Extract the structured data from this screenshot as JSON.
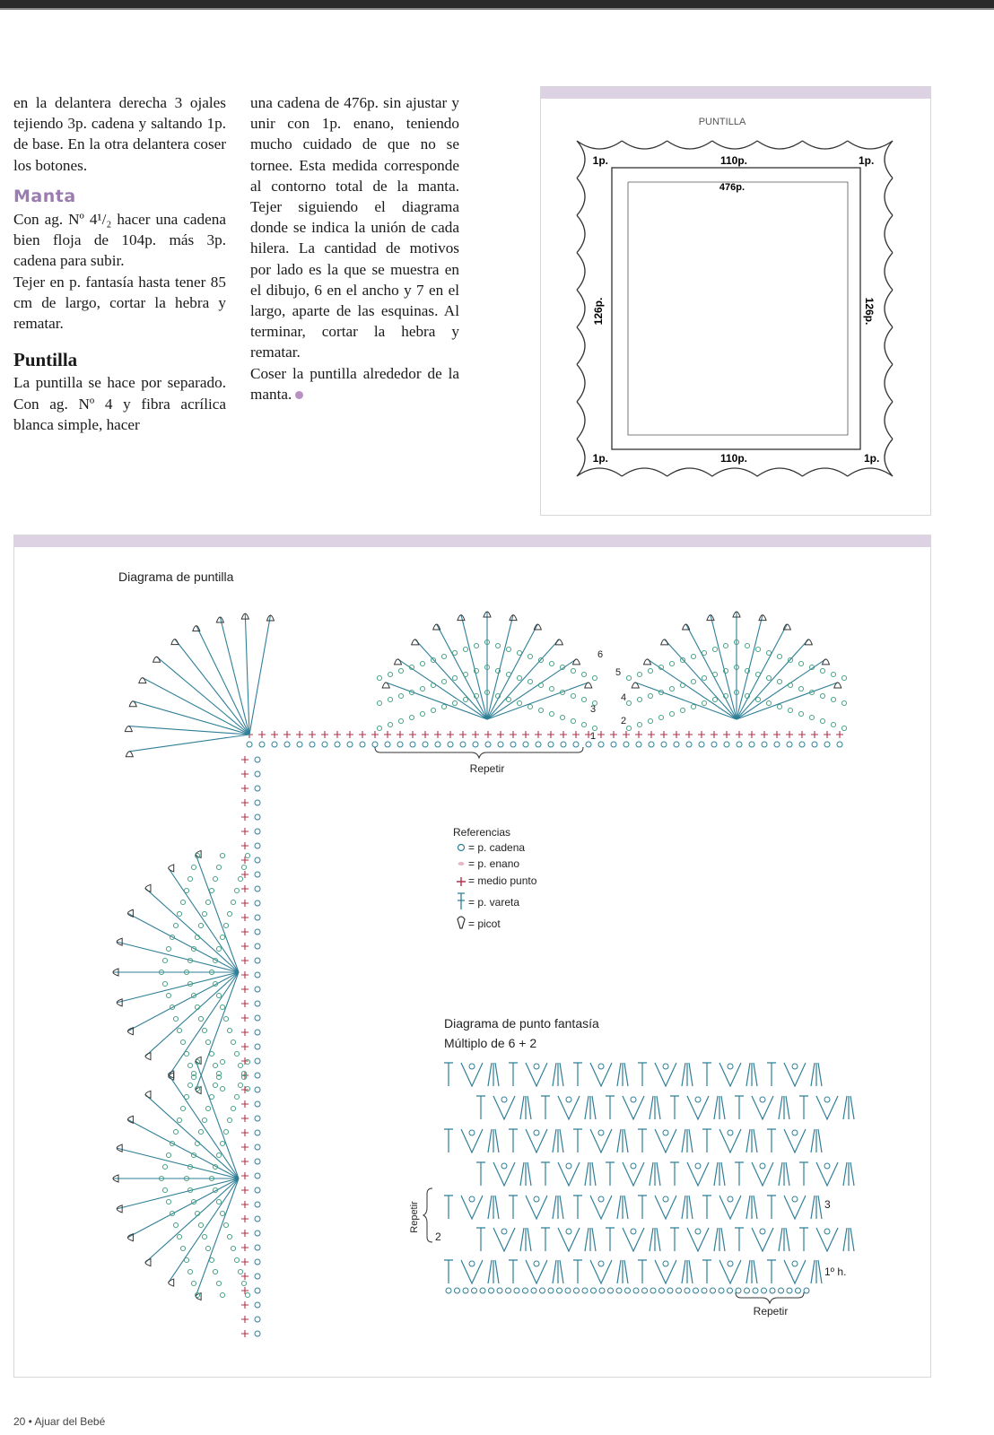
{
  "column1": {
    "intro": "en la delantera derecha 3 ojales tejiendo 3p. cadena y saltando 1p. de base. En la otra delantera coser los botones.",
    "manta_heading": "Manta",
    "manta_text1": "Con ag. Nº 4¹/₂ hacer una cadena bien floja de 104p. más 3p. cadena para subir.",
    "manta_text2": "Tejer en p. fantasía hasta tener 85 cm de largo, cortar la hebra y rematar.",
    "puntilla_heading": "Puntilla",
    "puntilla_text": "La puntilla se hace por separado. Con ag. Nº 4 y fibra acrílica blanca simple, hacer"
  },
  "column2": {
    "text1": "una cadena de 476p. sin ajustar y unir con 1p. enano, teniendo mucho cuidado de que no se tornee. Esta medida corresponde al contorno total de la manta. Tejer siguiendo el diagrama donde se indica la unión de cada hilera. La cantidad de motivos por lado es la que se muestra en el dibujo, 6 en el ancho y 7 en el largo, aparte de las esquinas. Al terminar, cortar la hebra y rematar.",
    "text2": "Coser la puntilla alrededor de la manta."
  },
  "schematic": {
    "title": "PUNTILLA",
    "corner_label": "1p.",
    "width_label": "110p.",
    "total_label": "476p.",
    "height_label": "126p."
  },
  "diagram_puntilla": {
    "title": "Diagrama de puntilla",
    "repeat_label": "Repetir",
    "row_numbers": [
      "1",
      "2",
      "3",
      "4",
      "5",
      "6"
    ]
  },
  "references": {
    "title": "Referencias",
    "items": [
      {
        "symbol": "chain-icon",
        "label": "= p. cadena"
      },
      {
        "symbol": "slip-stitch-icon",
        "label": "= p. enano"
      },
      {
        "symbol": "single-crochet-icon",
        "label": "= medio punto"
      },
      {
        "symbol": "double-crochet-icon",
        "label": "= p. vareta"
      },
      {
        "symbol": "picot-icon",
        "label": "= picot"
      }
    ]
  },
  "diagram_fantasia": {
    "title": "Diagrama de punto fantasía",
    "subtitle": "Múltiplo de 6 + 2",
    "repeat_side_label": "Repetir",
    "repeat_bottom_label": "Repetir",
    "row_labels": [
      "3",
      "2",
      "1º h."
    ]
  },
  "footer": {
    "text": "20 • Ajuar del Bebé"
  },
  "colors": {
    "stitch_blue": "#2f7f97",
    "stitch_green": "#3d9e7d",
    "cross_red": "#b0334a",
    "accent_purple": "#9a7cb0",
    "bar_lilac": "#ddd2e4"
  }
}
